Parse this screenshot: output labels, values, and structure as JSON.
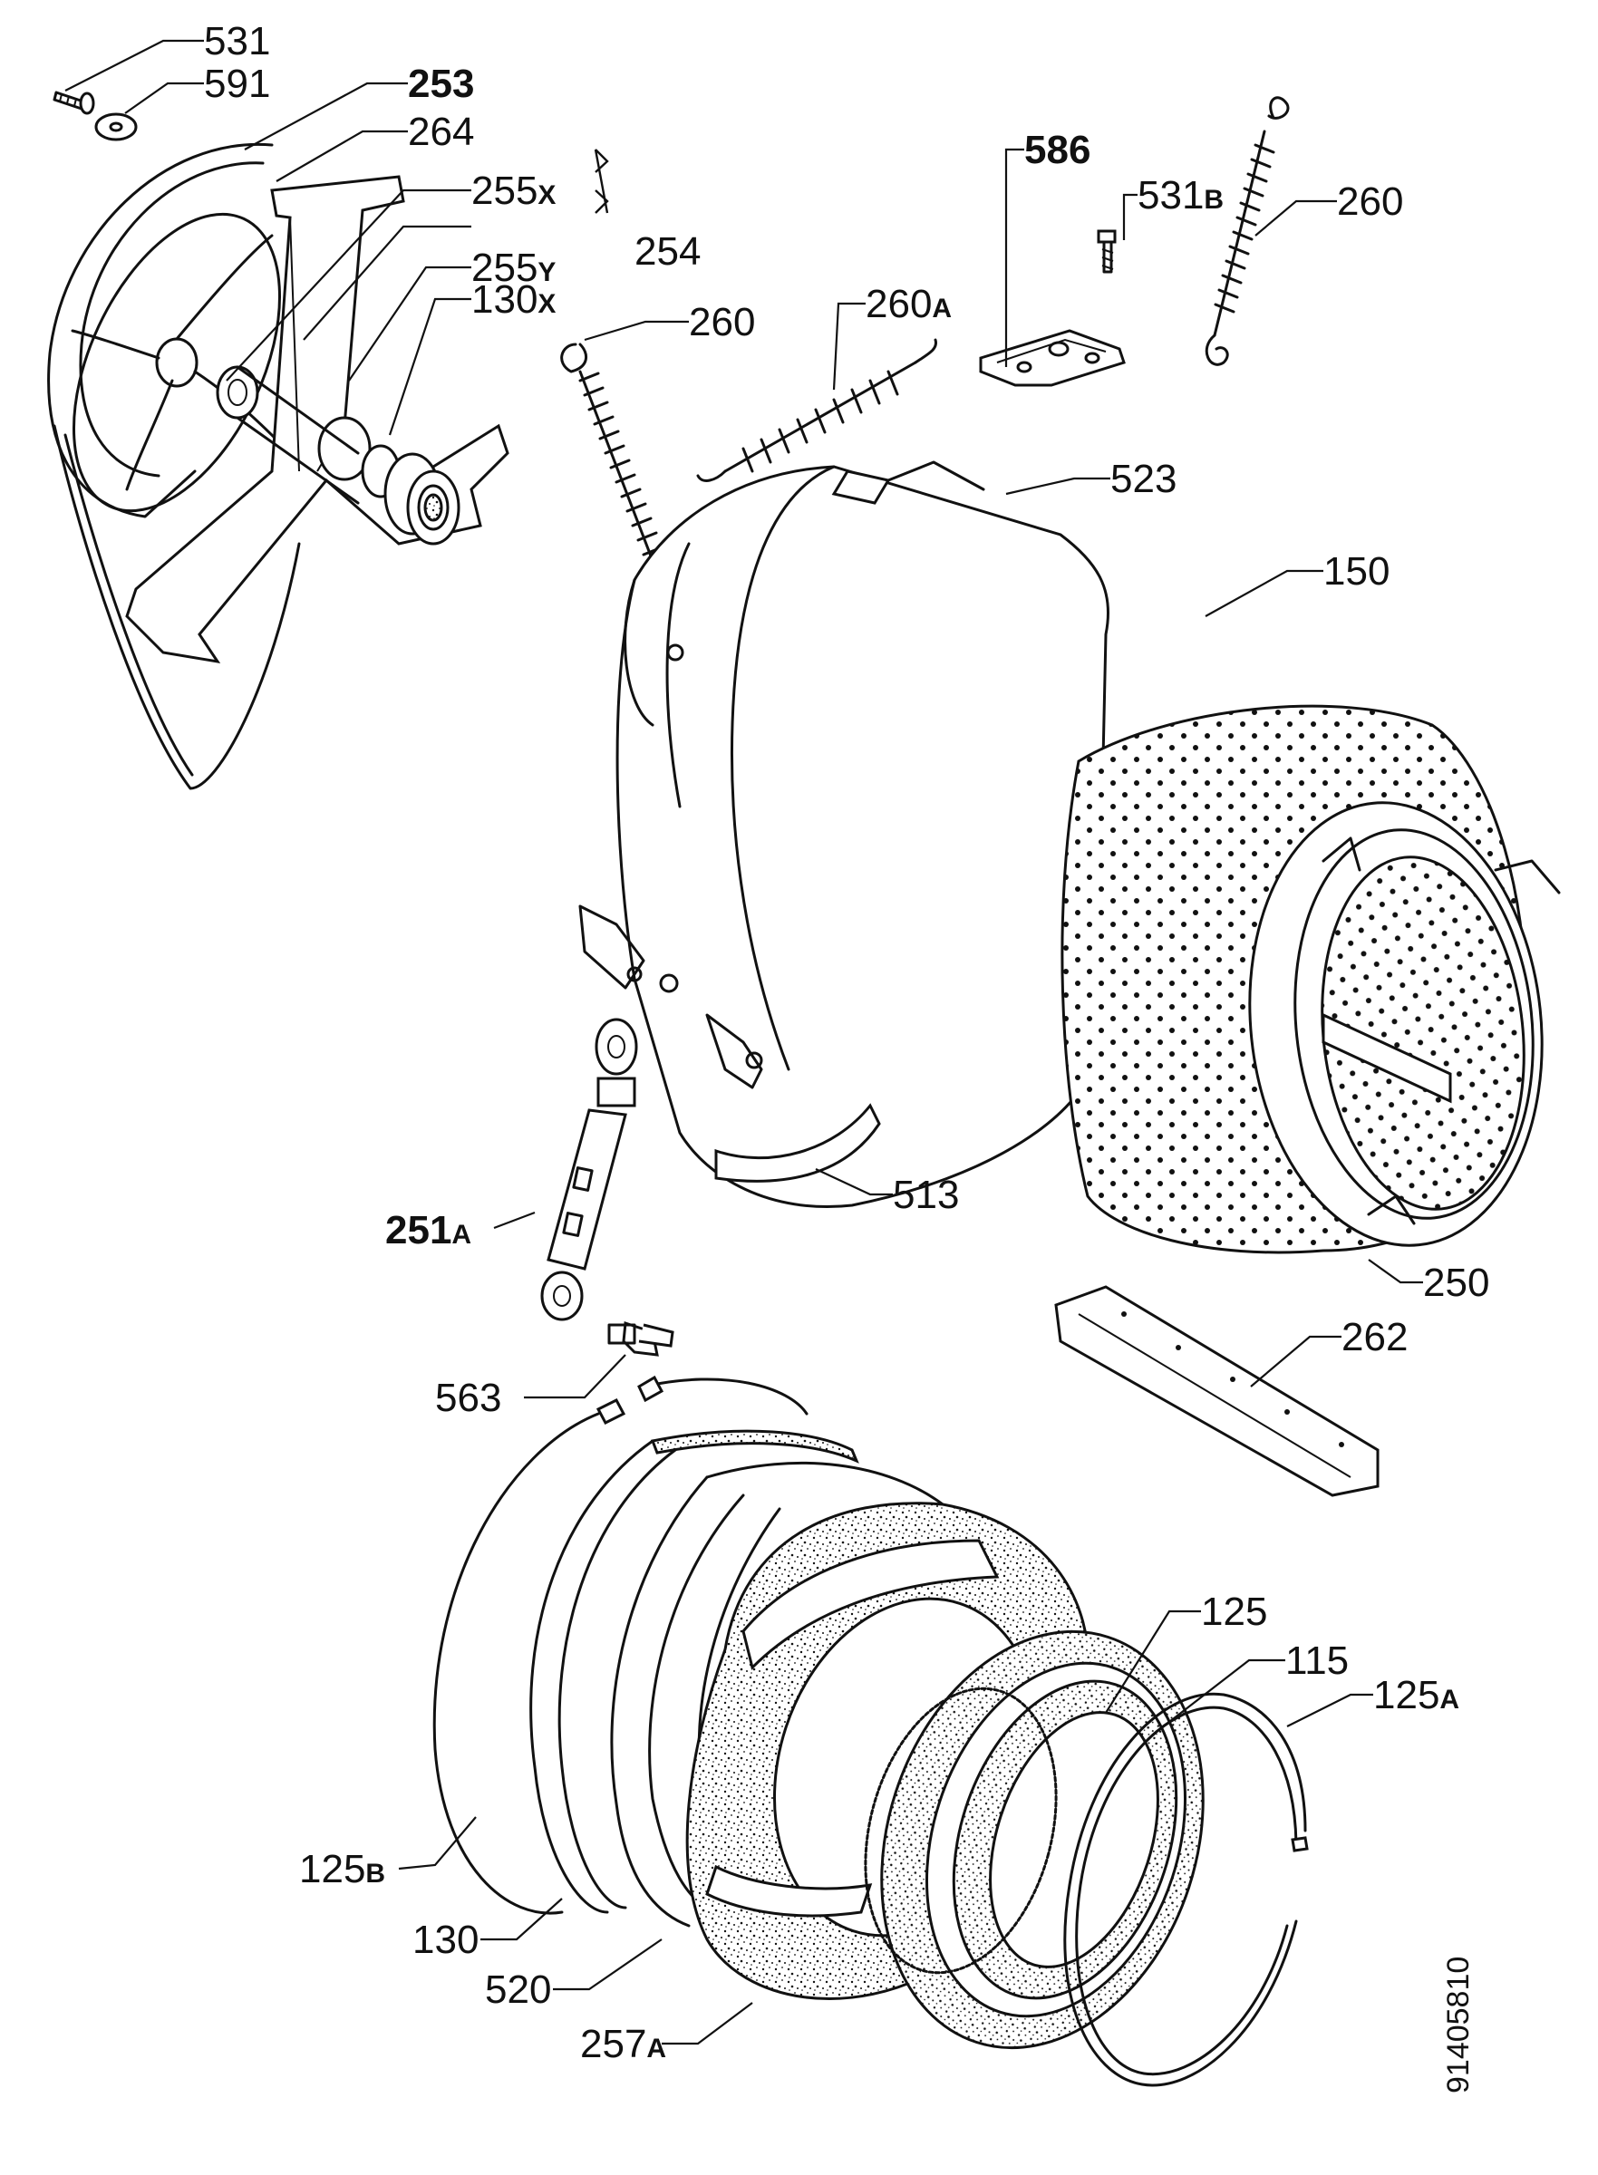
{
  "drawing_number": "91405810",
  "labels": {
    "l531": {
      "num": "531",
      "suffix": ""
    },
    "l591": {
      "num": "591",
      "suffix": ""
    },
    "l253": {
      "num": "253",
      "suffix": ""
    },
    "l264": {
      "num": "264",
      "suffix": ""
    },
    "l255x": {
      "num": "255",
      "suffix": "X"
    },
    "l255y": {
      "num": "255",
      "suffix": "Y"
    },
    "l130x": {
      "num": "130",
      "suffix": "X"
    },
    "l254": {
      "num": "254",
      "suffix": ""
    },
    "l260a": {
      "num": "260",
      "suffix": ""
    },
    "l260A": {
      "num": "260",
      "suffix": "A"
    },
    "l586": {
      "num": "586",
      "suffix": ""
    },
    "l531b": {
      "num": "531",
      "suffix": "B"
    },
    "l260b": {
      "num": "260",
      "suffix": ""
    },
    "l523": {
      "num": "523",
      "suffix": ""
    },
    "l150": {
      "num": "150",
      "suffix": ""
    },
    "l251a": {
      "num": "251",
      "suffix": "A"
    },
    "l513": {
      "num": "513",
      "suffix": ""
    },
    "l250": {
      "num": "250",
      "suffix": ""
    },
    "l262": {
      "num": "262",
      "suffix": ""
    },
    "l563": {
      "num": "563",
      "suffix": ""
    },
    "l125": {
      "num": "125",
      "suffix": ""
    },
    "l115": {
      "num": "115",
      "suffix": ""
    },
    "l125a": {
      "num": "125",
      "suffix": "A"
    },
    "l125b": {
      "num": "125",
      "suffix": "B"
    },
    "l130": {
      "num": "130",
      "suffix": ""
    },
    "l520": {
      "num": "520",
      "suffix": ""
    },
    "l257a": {
      "num": "257",
      "suffix": "A"
    }
  }
}
